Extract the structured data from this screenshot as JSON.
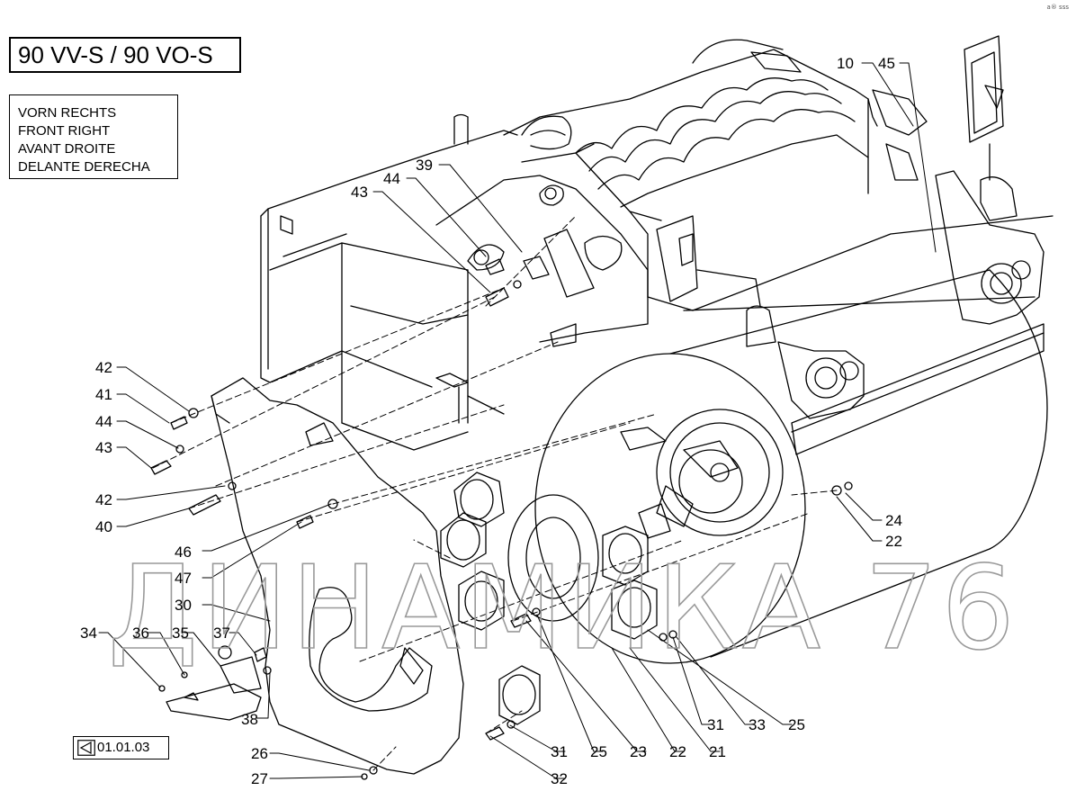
{
  "title": "90 VV-S / 90 VO-S",
  "view_label": [
    "VORN RECHTS",
    "FRONT RIGHT",
    "AVANT DROITE",
    "DELANTE DERECHA"
  ],
  "reference": "01.01.03",
  "watermark": "ДИНАМИКА 76",
  "corner_mark": "a® sss",
  "callouts": {
    "c10": "10",
    "c45": "45",
    "c39": "39",
    "c44a": "44",
    "c43a": "43",
    "c42a": "42",
    "c41": "41",
    "c44b": "44",
    "c43b": "43",
    "c42b": "42",
    "c40": "40",
    "c46": "46",
    "c47": "47",
    "c30": "30",
    "c34": "34",
    "c36": "36",
    "c35": "35",
    "c37": "37",
    "c38": "38",
    "c24": "24",
    "c22a": "22",
    "c31a": "31",
    "c33": "33",
    "c25a": "25",
    "c31b": "31",
    "c25b": "25",
    "c23": "23",
    "c22b": "22",
    "c21": "21",
    "c32": "32",
    "c26": "26",
    "c27": "27"
  },
  "colors": {
    "line": "#000000",
    "watermark": "#9a9a9a",
    "background": "#ffffff"
  }
}
